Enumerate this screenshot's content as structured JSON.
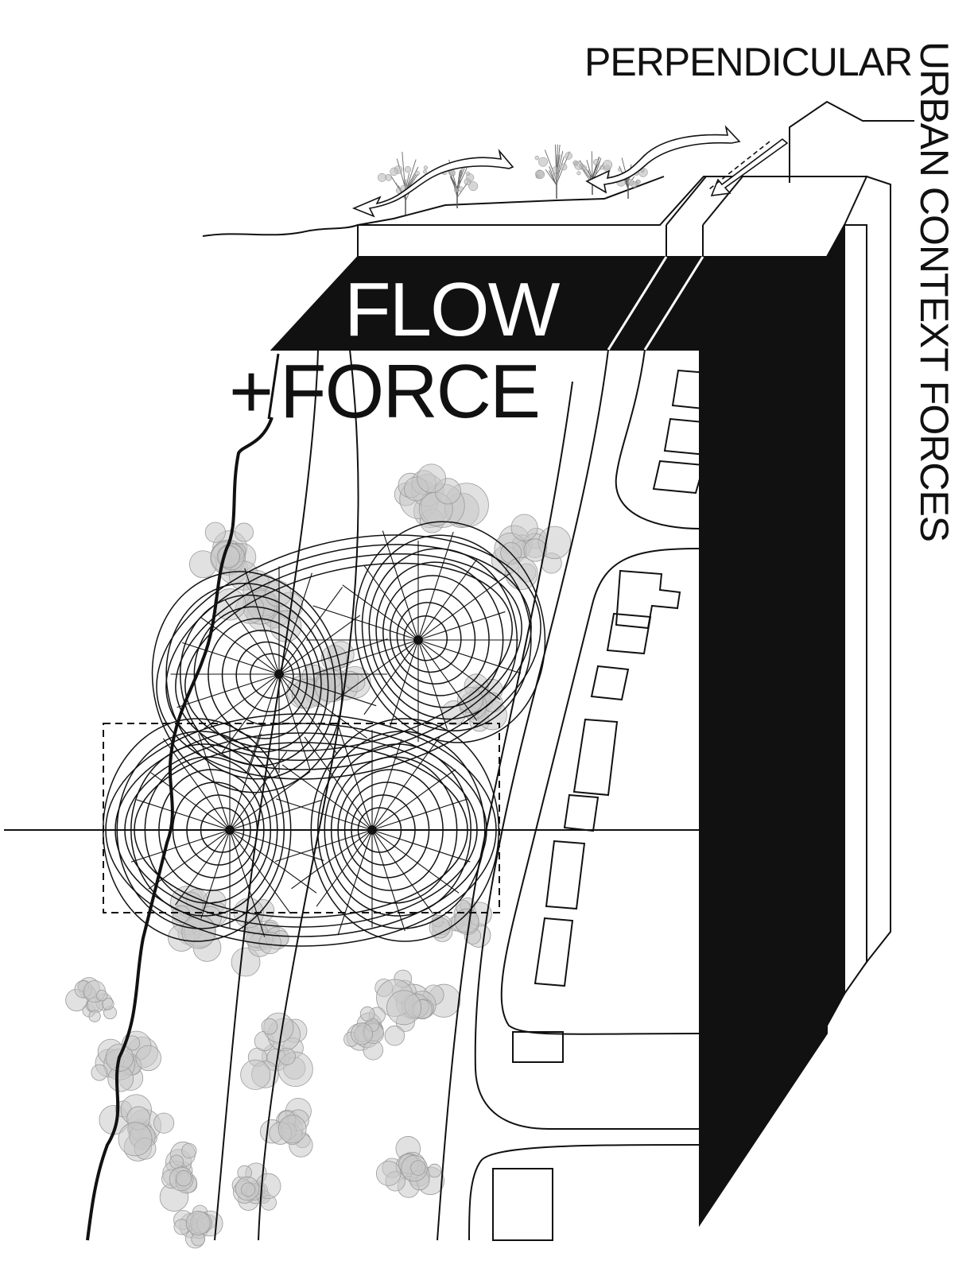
{
  "title": {
    "flow": "FLOW",
    "force_prefix": "+",
    "force": "FORCE"
  },
  "labels": {
    "perpendicular": "PERPENDICULAR",
    "urban_context_forces": "URBAN CONTEXT FORCES"
  },
  "colors": {
    "ink": "#111111",
    "paper": "#ffffff",
    "tree_fill": "#c8c8c8",
    "tree_stroke": "#9a9a9a"
  },
  "icons": {
    "flow_arrow": "curved-arrow-icon",
    "tree": "tree-icon",
    "force_node": "dot-icon"
  }
}
